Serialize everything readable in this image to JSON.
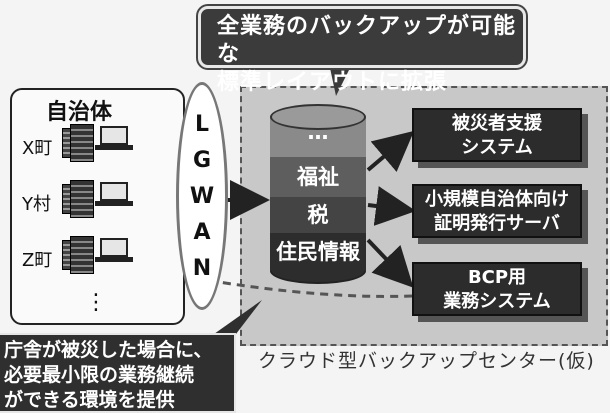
{
  "callout_top": {
    "line1": "全業務のバックアップが可能な",
    "line2": "標準レイアウトに拡張"
  },
  "municipalities": {
    "title": "自治体",
    "items": [
      {
        "label": "X町"
      },
      {
        "label": "Y村"
      },
      {
        "label": "Z町"
      }
    ],
    "more": "⋮"
  },
  "network": {
    "letters": [
      "L",
      "G",
      "W",
      "A",
      "N"
    ]
  },
  "database": {
    "segments": [
      "…",
      "福祉",
      "税",
      "住民情報"
    ]
  },
  "systems": [
    {
      "line1": "被災者支援",
      "line2": "システム"
    },
    {
      "line1": "小規模自治体向け",
      "line2": "証明発行サーバ"
    },
    {
      "line1": "BCP用",
      "line2": "業務システム"
    }
  ],
  "cloud_caption": "クラウド型バックアップセンター(仮)",
  "callout_bottom": {
    "line1": "庁舎が被災した場合に、",
    "line2": "必要最小限の業務継続",
    "line3": "ができる環境を提供"
  },
  "colors": {
    "dark_box": "#2c2c2c",
    "cloud_bg": "#c8c8c8",
    "page_bg": "#f4f4f4"
  }
}
